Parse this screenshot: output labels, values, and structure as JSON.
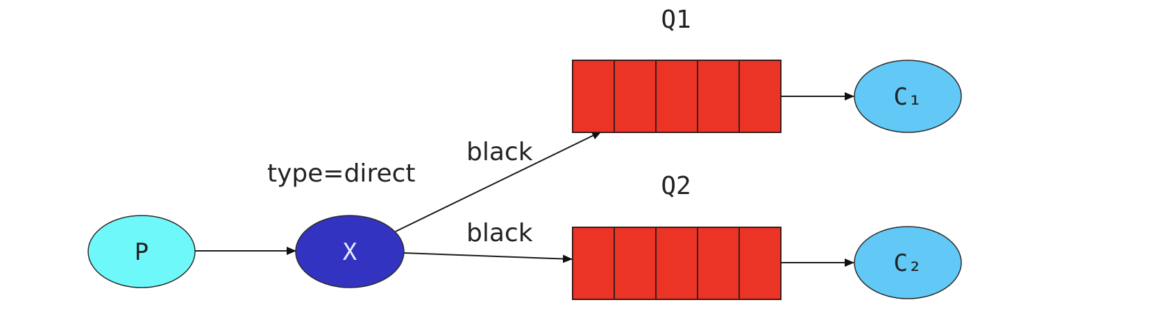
{
  "nodes": {
    "producer": {
      "label": "P",
      "color": "#6ff8fa"
    },
    "exchange": {
      "label": "X",
      "color": "#3333c2",
      "type_label": "type=direct"
    },
    "queue1": {
      "label": "Q1",
      "color": "#ec3426",
      "cells": 5
    },
    "queue2": {
      "label": "Q2",
      "color": "#ec3426",
      "cells": 5
    },
    "consumer1": {
      "label": "C₁",
      "color": "#62c8f6"
    },
    "consumer2": {
      "label": "C₂",
      "color": "#62c8f6"
    }
  },
  "edges": {
    "x_to_q1": {
      "label": "black"
    },
    "x_to_q2": {
      "label": "black"
    }
  }
}
